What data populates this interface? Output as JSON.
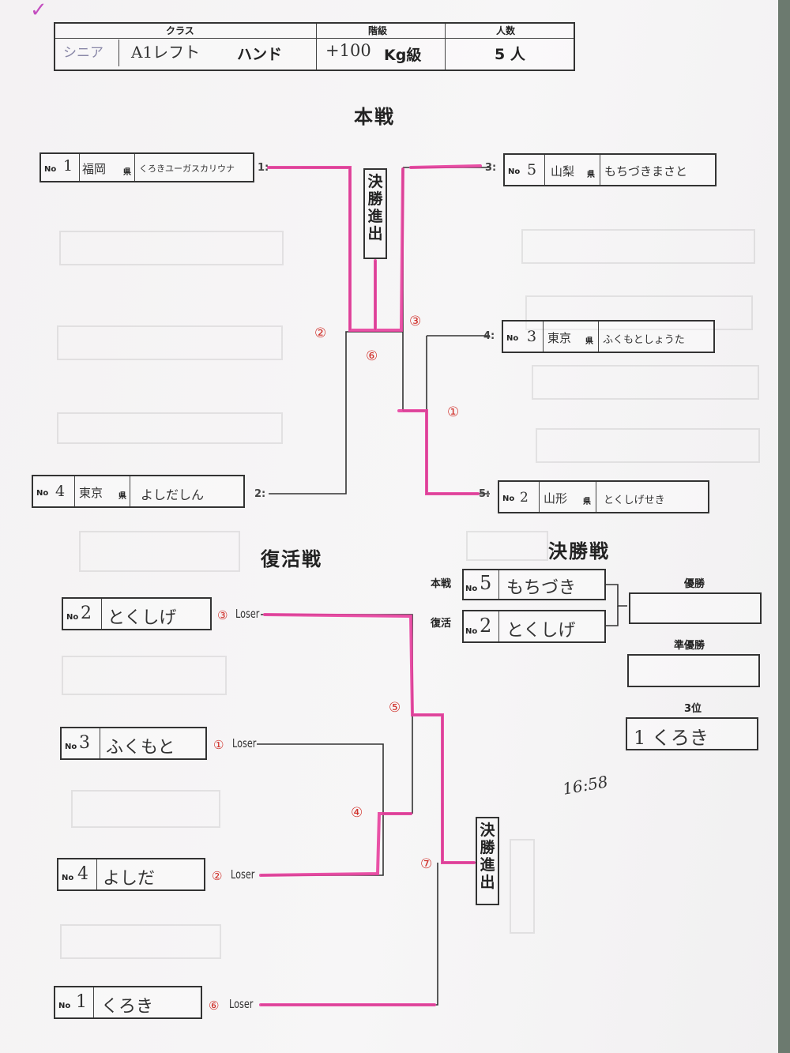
{
  "header": {
    "class_label": "クラス",
    "weight_label": "階級",
    "count_label": "人数",
    "class_value_1": "シニア",
    "class_value_2": "A1レフト",
    "class_value_3": "ハンド",
    "weight_value": "+100",
    "weight_unit": "Kg級",
    "count_value": "5 人"
  },
  "check_mark": "✓",
  "main_bracket": {
    "title": "本戦",
    "advance_label": "決勝進出",
    "no_label": "No",
    "ken_label": "県",
    "entries": [
      {
        "seed": "1:",
        "no": "1",
        "pref": "福岡",
        "name": "くろきユーガスカリウナ"
      },
      {
        "seed": "2:",
        "no": "4",
        "pref": "東京",
        "name": "よしだしん"
      },
      {
        "seed": "3:",
        "no": "5",
        "pref": "山梨",
        "name": "もちづきまさと"
      },
      {
        "seed": "4:",
        "no": "3",
        "pref": "東京",
        "name": "ふくもとしょうた"
      },
      {
        "seed": "5:",
        "no": "2",
        "pref": "山形",
        "name": "とくしげせき"
      }
    ],
    "match_numbers": [
      "①",
      "②",
      "③",
      "⑥"
    ]
  },
  "repechage": {
    "title": "復活戦",
    "advance_label": "決勝進出",
    "no_label": "No",
    "entries": [
      {
        "no": "2",
        "name": "とくしげ",
        "from": "③",
        "loser": "Loser"
      },
      {
        "no": "3",
        "name": "ふくもと",
        "from": "①",
        "loser": "Loser"
      },
      {
        "no": "4",
        "name": "よしだ",
        "from": "②",
        "loser": "Loser"
      },
      {
        "no": "1",
        "name": "くろき",
        "from": "⑥",
        "loser": "Loser"
      }
    ],
    "match_numbers": [
      "④",
      "⑤",
      "⑦"
    ]
  },
  "final": {
    "title": "決勝戦",
    "main_label": "本戦",
    "rep_label": "復活",
    "no_label": "No",
    "main_no": "5",
    "main_name": "もちづき",
    "rep_no": "2",
    "rep_name": "とくしげ",
    "champion_label": "優勝",
    "runner_up_label": "準優勝",
    "third_label": "3位",
    "third_value": "1 くろき"
  },
  "time_note": "16:58",
  "colors": {
    "highlight": "#e8409e",
    "ink": "#333333",
    "marker_red": "#d0302a"
  }
}
